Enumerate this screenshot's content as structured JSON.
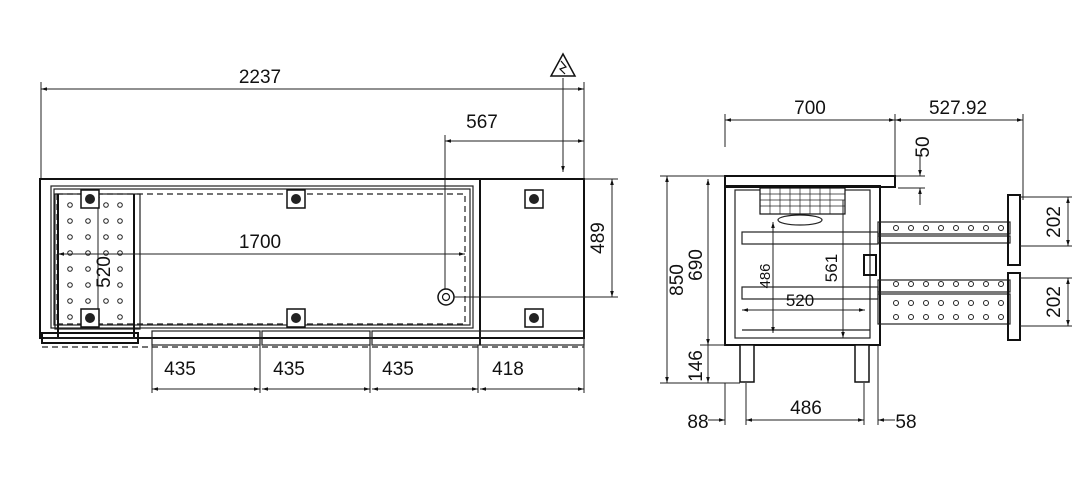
{
  "front_view": {
    "overall_length": "2237",
    "power_offset": "567",
    "inner_length": "1700",
    "tray_depth": "520",
    "depth": "489",
    "drawer_widths": [
      "435",
      "435",
      "435",
      "418"
    ]
  },
  "side_view": {
    "body_depth": "700",
    "drawer_extension": "527.92",
    "top_gap": "50",
    "overall_height": "850",
    "body_height": "690",
    "leg_height": "146",
    "leg_spacing": "486",
    "left_offset": "88",
    "right_offset": "58",
    "drawer_heights": [
      "202",
      "202"
    ],
    "inner_height": "561",
    "inner_depth_label": "486",
    "inner_width": "520"
  },
  "icons": {
    "warning": "electrical-hazard-icon"
  }
}
